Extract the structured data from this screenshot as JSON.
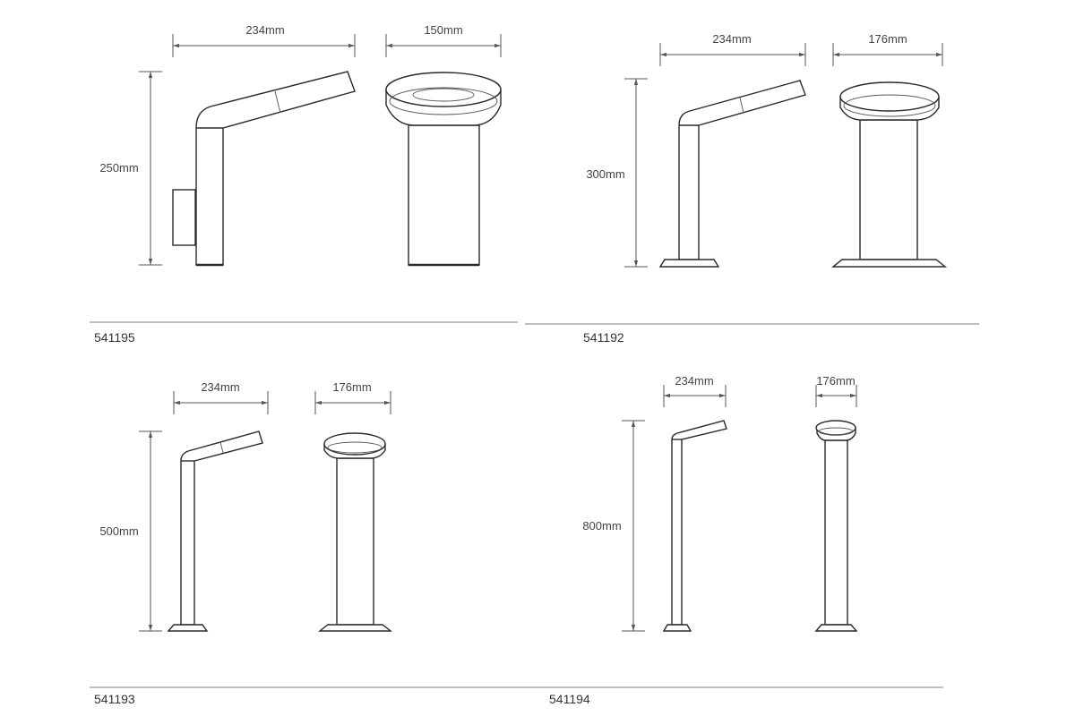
{
  "panels": [
    {
      "code": "541195",
      "width_side": "234mm",
      "width_front": "150mm",
      "height": "250mm"
    },
    {
      "code": "541192",
      "width_side": "234mm",
      "width_front": "176mm",
      "height": "300mm"
    },
    {
      "code": "541193",
      "width_side": "234mm",
      "width_front": "176mm",
      "height": "500mm"
    },
    {
      "code": "541194",
      "width_side": "234mm",
      "width_front": "176mm",
      "height": "800mm"
    }
  ]
}
